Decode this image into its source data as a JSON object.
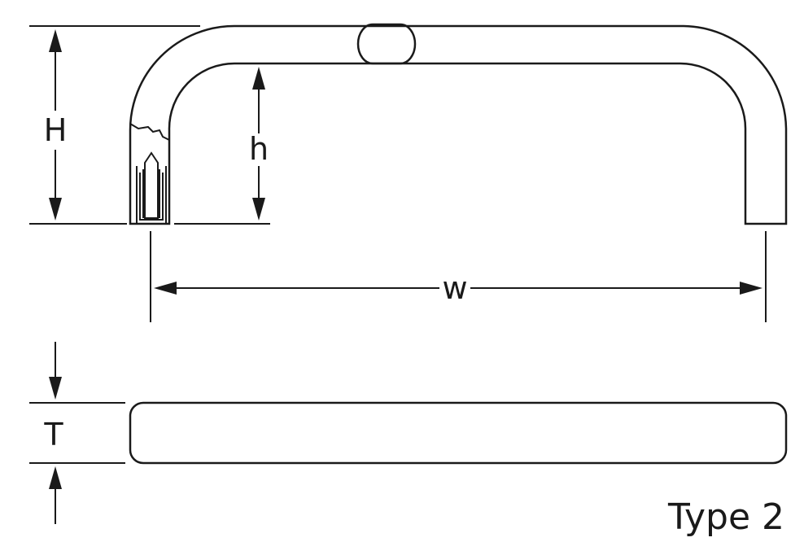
{
  "labels": {
    "H": "H",
    "h": "h",
    "w": "w",
    "T": "T",
    "type": "Type 2"
  }
}
